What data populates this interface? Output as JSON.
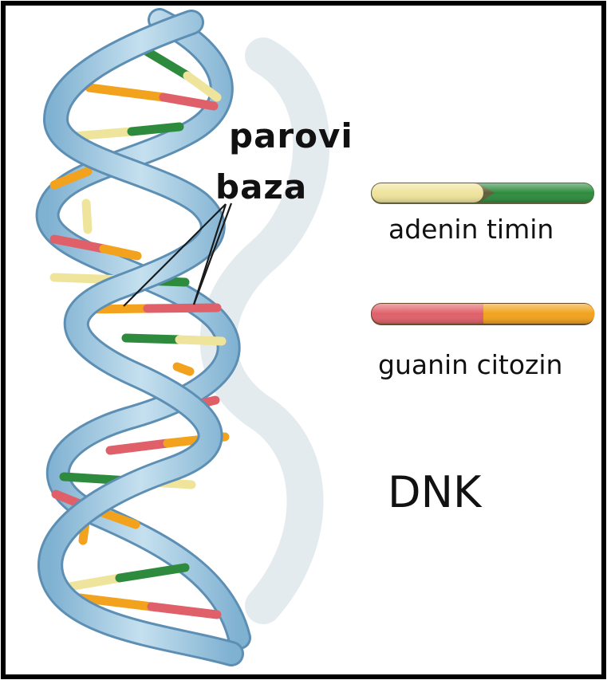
{
  "labels": {
    "pointer_label_line1": "parovi",
    "pointer_label_line2": "baza",
    "legend_at": "adenin timin",
    "legend_gc": "guanin citozin",
    "title": "DNK"
  },
  "colors": {
    "adenine": "#efe49c",
    "thymine": "#2e8b3e",
    "guanine": "#e0606a",
    "cytosine": "#f2a21c",
    "backbone": "#a9cde3",
    "border": "#000000"
  },
  "icons": [
    "dna-double-helix",
    "base-pair-bar"
  ]
}
